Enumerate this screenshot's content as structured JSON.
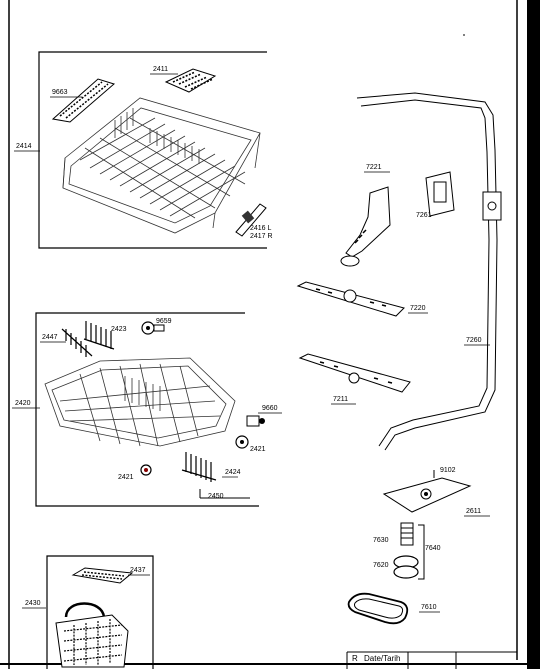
{
  "part_labels": {
    "p9663": "9663",
    "p2411": "2411",
    "p2414": "2414",
    "p2416": "2416 L",
    "p2417": "2417 R",
    "p7221": "7221",
    "p7261": "7261",
    "p7220": "7220",
    "p7260": "7260",
    "p7211": "7211",
    "p2447": "2447",
    "p2423": "2423",
    "p9659": "9659",
    "p2420": "2420",
    "p9660": "9660",
    "p2421a": "2421",
    "p2421b": "2421",
    "p2424": "2424",
    "p2450": "2450",
    "p9102": "9102",
    "p2611": "2611",
    "p7630": "7630",
    "p7640": "7640",
    "p7620": "7620",
    "p7610": "7610",
    "p2437": "2437",
    "p2430": "2430"
  },
  "footer": {
    "revision": "R",
    "date_label": "Date/Tarih"
  }
}
